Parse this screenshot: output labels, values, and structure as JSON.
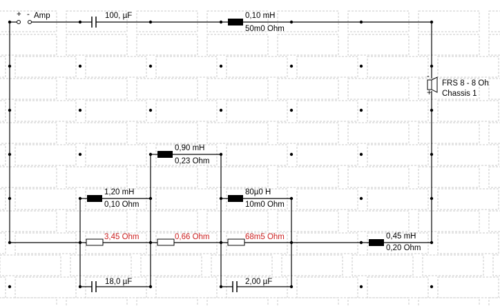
{
  "colors": {
    "wire": "#000000",
    "grid": "#c8c8c8",
    "value_highlight": "#cc1f1f"
  },
  "amp": {
    "plus": "+",
    "minus": "-",
    "label": "Amp"
  },
  "speaker": {
    "plus": "+",
    "minus": "-",
    "name": "FRS 8 - 8 Oh",
    "chassis": "Chassis 1"
  },
  "components": {
    "c_series": {
      "value": "100, µF"
    },
    "l_series": {
      "value": "0,10 mH",
      "resistance": "50m0 Ohm"
    },
    "l_mid_top": {
      "value": "0,90 mH",
      "resistance": "0,23 Ohm"
    },
    "l_left": {
      "value": "1,20 mH",
      "resistance": "0,10 Ohm"
    },
    "l_right": {
      "value": "80µ0 H",
      "resistance": "10m0 Ohm"
    },
    "r1": {
      "value": "3,45 Ohm"
    },
    "r2": {
      "value": "0,66 Ohm"
    },
    "r3": {
      "value": "68m5 Ohm"
    },
    "l_out": {
      "value": "0,45 mH",
      "resistance": "0,20 Ohm"
    },
    "c_left": {
      "value": "18,0 µF"
    },
    "c_right": {
      "value": "2,00 µF"
    }
  }
}
